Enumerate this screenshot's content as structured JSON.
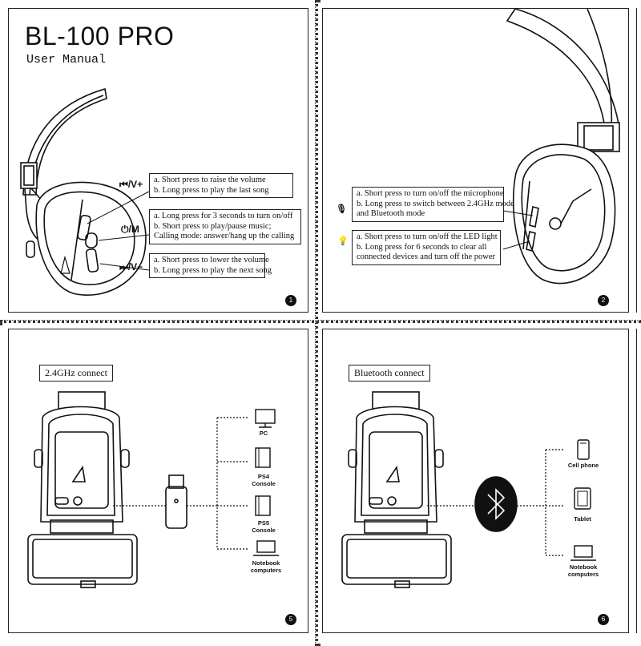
{
  "page1": {
    "title": "BL-100 PRO",
    "subtitle": "User Manual",
    "buttons": [
      {
        "label": "/V+",
        "lines": [
          "a. Short press to raise the volume",
          "b. Long press to play the last song"
        ]
      },
      {
        "label": "/M",
        "lines": [
          "a. Long press for 3 seconds to turn on/off",
          "b. Short press to play/pause music;",
          "Calling mode: answer/hang up the calling"
        ]
      },
      {
        "label": "/V−",
        "lines": [
          "a. Short press to lower the volume",
          "b. Long press to play the next song"
        ]
      }
    ],
    "page_number": "1"
  },
  "page2": {
    "boxes": [
      {
        "icon": "microphone-icon",
        "lines": [
          "a. Short press to turn on/off the microphone",
          "b. Long press to switch between 2.4GHz mode",
          "and Bluetooth mode"
        ]
      },
      {
        "icon": "light-icon",
        "lines": [
          "a. Short press to turn on/off the LED light",
          "b. Long press for 6 seconds to clear all",
          "connected devices and turn off the power"
        ]
      }
    ],
    "page_number": "2"
  },
  "page3": {
    "title": "2.4GHz connect",
    "devices": [
      {
        "icon": "pc-icon",
        "label": "PC"
      },
      {
        "icon": "ps4-console-icon",
        "label": "PS4\nConsole"
      },
      {
        "icon": "ps5-console-icon",
        "label": "PS5\nConsole"
      },
      {
        "icon": "laptop-icon",
        "label": "Notebook\ncomputers"
      }
    ],
    "page_number": "5"
  },
  "page4": {
    "title": "Bluetooth connect",
    "devices": [
      {
        "icon": "phone-icon",
        "label": "Cell phone"
      },
      {
        "icon": "tablet-icon",
        "label": "Tablet"
      },
      {
        "icon": "laptop-icon",
        "label": "Notebook\ncomputers"
      }
    ],
    "page_number": "6"
  }
}
